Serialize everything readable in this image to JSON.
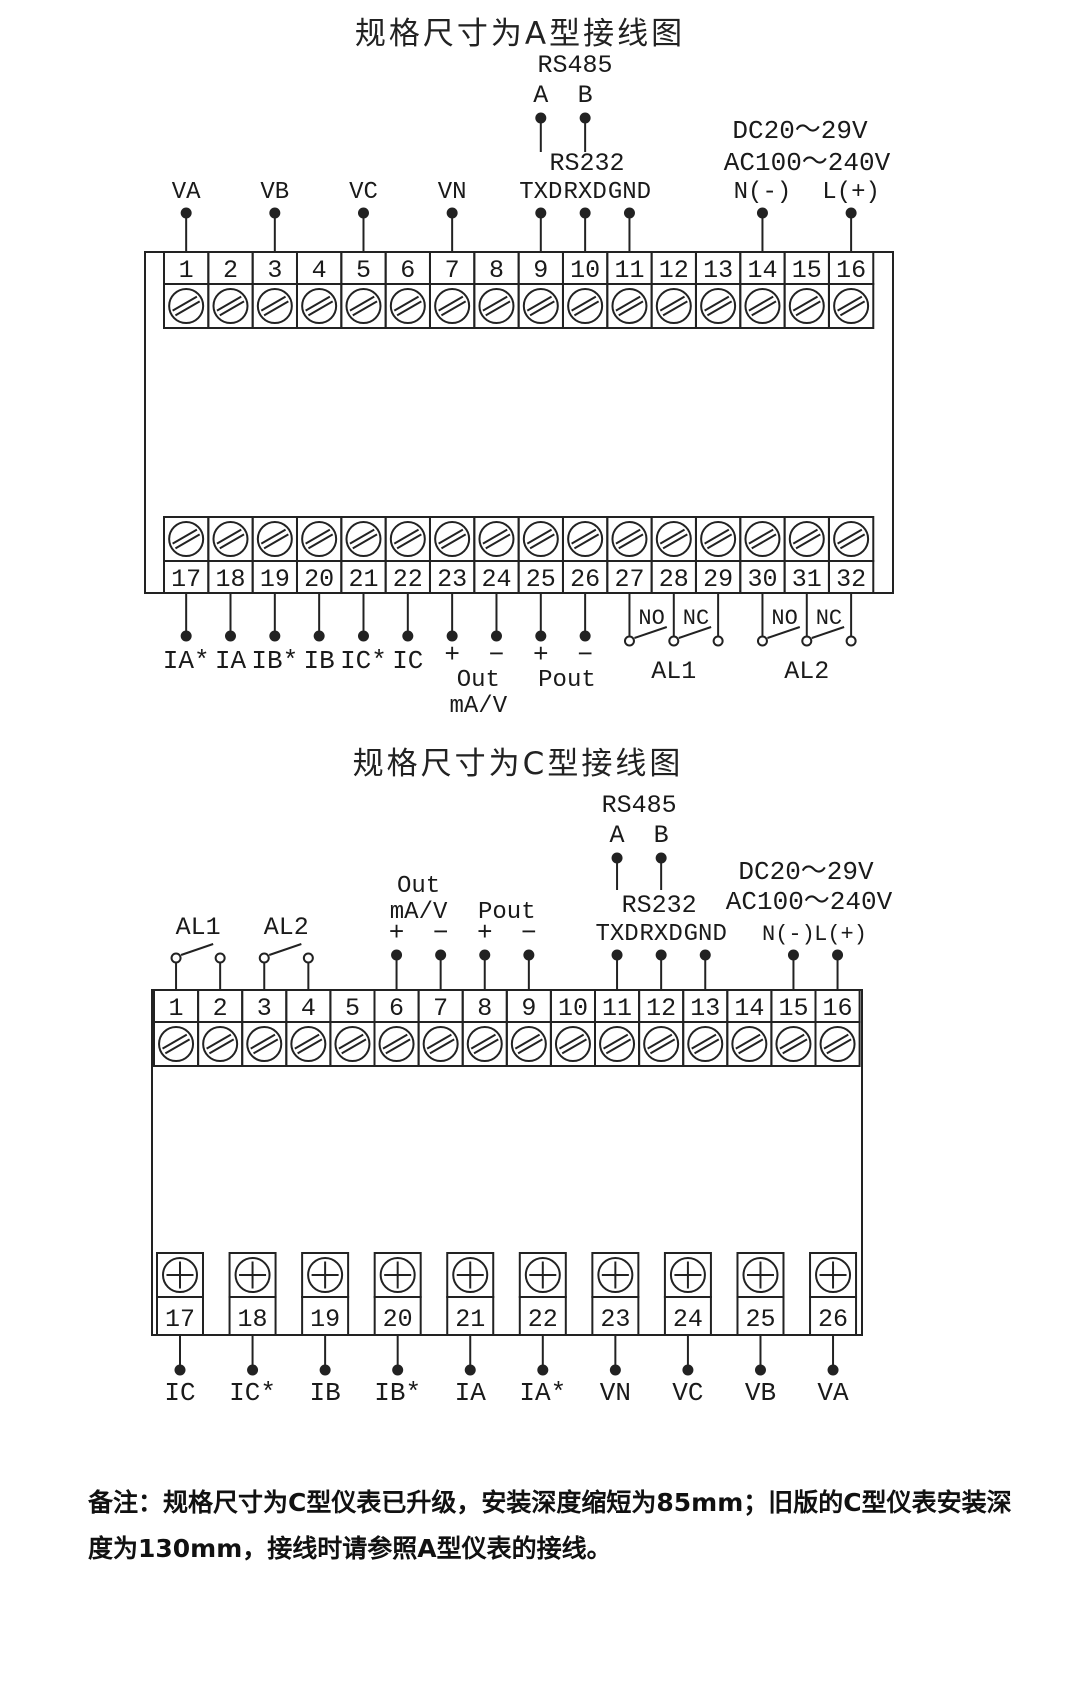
{
  "colors": {
    "line": "#222222",
    "text": "#1a1a1a",
    "background": "#ffffff"
  },
  "diagram_a": {
    "title": "规格尺寸为A型接线图",
    "screw_type_top": "slot",
    "screw_type_bottom": "slot",
    "top_numbers": [
      "1",
      "2",
      "3",
      "4",
      "5",
      "6",
      "7",
      "8",
      "9",
      "10",
      "11",
      "12",
      "13",
      "14",
      "15",
      "16"
    ],
    "bottom_numbers": [
      "17",
      "18",
      "19",
      "20",
      "21",
      "22",
      "23",
      "24",
      "25",
      "26",
      "27",
      "28",
      "29",
      "30",
      "31",
      "32"
    ],
    "top_pins": [
      {
        "terminal": 1,
        "label": "VA"
      },
      {
        "terminal": 3,
        "label": "VB"
      },
      {
        "terminal": 5,
        "label": "VC"
      },
      {
        "terminal": 7,
        "label": "VN"
      },
      {
        "terminal": 9,
        "label": "TXD"
      },
      {
        "terminal": 10,
        "label": "RXD"
      },
      {
        "terminal": 11,
        "label": "GND"
      },
      {
        "terminal": 14,
        "label": "N(-)"
      },
      {
        "terminal": 16,
        "label": "L(+)"
      }
    ],
    "rs485": {
      "label": "RS485",
      "pin_a": "A",
      "pin_b": "B",
      "terminal_a": 9,
      "terminal_b": 10
    },
    "rs232": {
      "label": "RS232"
    },
    "power": {
      "dc": "DC20～29V",
      "ac": "AC100～240V"
    },
    "bottom_pins": [
      {
        "terminal": 17,
        "label": "IA*"
      },
      {
        "terminal": 18,
        "label": "IA"
      },
      {
        "terminal": 19,
        "label": "IB*"
      },
      {
        "terminal": 20,
        "label": "IB"
      },
      {
        "terminal": 21,
        "label": "IC*"
      },
      {
        "terminal": 22,
        "label": "IC"
      }
    ],
    "analog_out": {
      "plus": "+",
      "minus": "−",
      "terminal_plus": 23,
      "terminal_minus": 24,
      "label": "Out",
      "unit": "mA/V"
    },
    "power_out": {
      "plus": "+",
      "minus": "−",
      "terminal_plus": 25,
      "terminal_minus": 26,
      "label": "Pout"
    },
    "relays": [
      {
        "name": "AL1",
        "terminals": [
          27,
          28,
          29
        ],
        "no_label": "NO",
        "nc_label": "NC"
      },
      {
        "name": "AL2",
        "terminals": [
          30,
          31,
          32
        ],
        "no_label": "NO",
        "nc_label": "NC"
      }
    ]
  },
  "diagram_c": {
    "title": "规格尺寸为C型接线图",
    "screw_type_top": "slot",
    "screw_type_bottom": "cross",
    "top_numbers": [
      "1",
      "2",
      "3",
      "4",
      "5",
      "6",
      "7",
      "8",
      "9",
      "10",
      "11",
      "12",
      "13",
      "14",
      "15",
      "16"
    ],
    "bottom_numbers": [
      "17",
      "18",
      "19",
      "20",
      "21",
      "22",
      "23",
      "24",
      "25",
      "26"
    ],
    "alarms": [
      {
        "name": "AL1",
        "terminals": [
          1,
          2
        ]
      },
      {
        "name": "AL2",
        "terminals": [
          3,
          4
        ]
      }
    ],
    "analog_out": {
      "label": "Out",
      "unit": "mA/V",
      "plus": "+",
      "minus": "−",
      "terminal_plus": 6,
      "terminal_minus": 7
    },
    "power_out": {
      "label": "Pout",
      "plus": "+",
      "minus": "−",
      "terminal_plus": 8,
      "terminal_minus": 9
    },
    "rs485": {
      "label": "RS485",
      "pin_a": "A",
      "pin_b": "B",
      "terminal_a": 11,
      "terminal_b": 12
    },
    "rs232": {
      "label": "RS232"
    },
    "top_pins": [
      {
        "terminal": 11,
        "label": "TXD"
      },
      {
        "terminal": 12,
        "label": "RXD"
      },
      {
        "terminal": 13,
        "label": "GND"
      },
      {
        "terminal": 15,
        "label": "N(-)"
      },
      {
        "terminal": 16,
        "label": "L(+)"
      }
    ],
    "power": {
      "dc": "DC20～29V",
      "ac": "AC100～240V"
    },
    "bottom_pins": [
      {
        "terminal": 17,
        "label": "IC"
      },
      {
        "terminal": 18,
        "label": "IC*"
      },
      {
        "terminal": 19,
        "label": "IB"
      },
      {
        "terminal": 20,
        "label": "IB*"
      },
      {
        "terminal": 21,
        "label": "IA"
      },
      {
        "terminal": 22,
        "label": "IA*"
      },
      {
        "terminal": 23,
        "label": "VN"
      },
      {
        "terminal": 24,
        "label": "VC"
      },
      {
        "terminal": 25,
        "label": "VB"
      },
      {
        "terminal": 26,
        "label": "VA"
      }
    ]
  },
  "note": {
    "line1": "备注：规格尺寸为C型仪表已升级，安装深度缩短为85mm；旧版的C型仪表安装深",
    "line2": "度为130mm，接线时请参照A型仪表的接线。"
  }
}
